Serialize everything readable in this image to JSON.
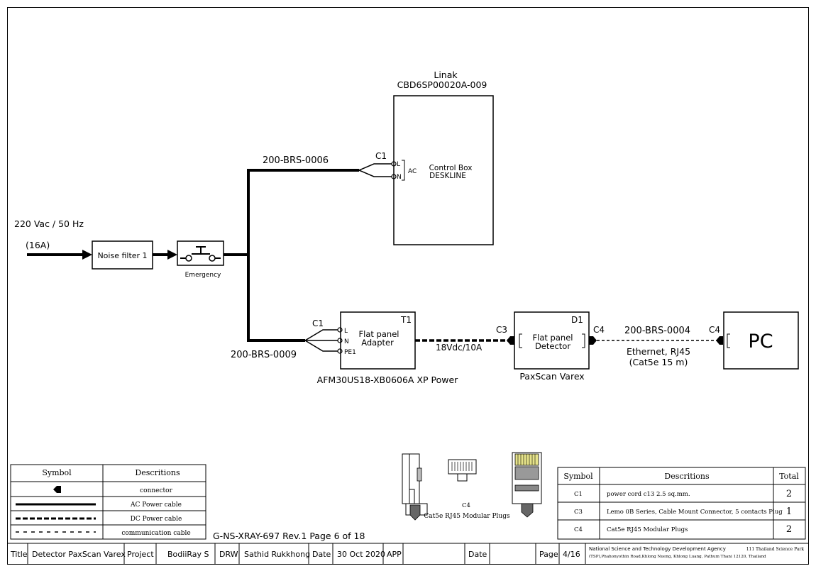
{
  "diagram": {
    "supply": {
      "voltage": "220 Vac / 50 Hz",
      "current": "(16A)"
    },
    "noise_filter": {
      "label": "Noise filter 1"
    },
    "emergency": {
      "label": "Emergency"
    },
    "control_box": {
      "maker": "Linak",
      "model": "CBD6SP00020A-009",
      "name_line1": "Control Box",
      "name_line2": "DESKLINE",
      "connector": "C1",
      "pin_l": "L",
      "pin_n": "N",
      "ac": "AC",
      "cable": "200-BRS-0006"
    },
    "adapter": {
      "ref": "T1",
      "name_line1": "Flat panel",
      "name_line2": "Adapter",
      "model": "AFM30US18-XB0606A XP Power",
      "connector": "C1",
      "pin_l": "L",
      "pin_n": "N",
      "pin_pe": "PE1",
      "cable": "200-BRS-0009",
      "output": "18Vdc/10A"
    },
    "detector": {
      "ref": "D1",
      "name_line1": "Flat panel",
      "name_line2": "Detector",
      "model": "PaxScan Varex",
      "connector_in": "C3",
      "connector_out": "C4"
    },
    "ethernet": {
      "cable": "200-BRS-0004",
      "line1": "Ethernet, RJ45",
      "line2": "(Cat5e 15 m)"
    },
    "pc": {
      "connector": "C4",
      "label": "PC"
    },
    "plug_figure": {
      "ref": "C4",
      "caption": "Cat5e RJ45 Modular Plugs"
    }
  },
  "legend": {
    "headers": [
      "Symbol",
      "Descritions"
    ],
    "rows": [
      {
        "symbol": "connector-symbol",
        "desc": "connector"
      },
      {
        "symbol": "ac-power-line",
        "desc": "AC Power cable"
      },
      {
        "symbol": "dc-power-line",
        "desc": "DC Power cable"
      },
      {
        "symbol": "communication-line",
        "desc": "communication cable"
      }
    ]
  },
  "parts": {
    "headers": [
      "Symbol",
      "Descritions",
      "Total"
    ],
    "rows": [
      {
        "symbol": "C1",
        "desc": "power cord c13 2.5 sq.mm.",
        "total": "2"
      },
      {
        "symbol": "C3",
        "desc": "Lemo 0B Series, Cable Mount Connector, 5 contacts Plug",
        "total": "1"
      },
      {
        "symbol": "C4",
        "desc": "Cat5e RJ45 Modular Plugs",
        "total": "2"
      }
    ]
  },
  "doc_number": "G-NS-XRAY-697 Rev.1 Page 6 of 18",
  "title_block": {
    "title_label": "Title",
    "title": "Detector PaxScan Varex",
    "project_label": "Project",
    "project": "BodiiRay S",
    "drw_label": "DRW",
    "drawn_by": "Sathid Rukkhong",
    "date_label": "Date",
    "date": "30 Oct 2020",
    "app_label": "APP",
    "app": "",
    "date2_label": "Date",
    "date2": "",
    "page_label": "Page",
    "page": "4/16",
    "agency": "National Science and Technology Development Agency",
    "address1": "111 Thailand Science Park",
    "address2": "(TSP),Phahonyothin Road,Khlong Nueng, Khlong Luang, Pathum Thani 12120, Thailand"
  }
}
